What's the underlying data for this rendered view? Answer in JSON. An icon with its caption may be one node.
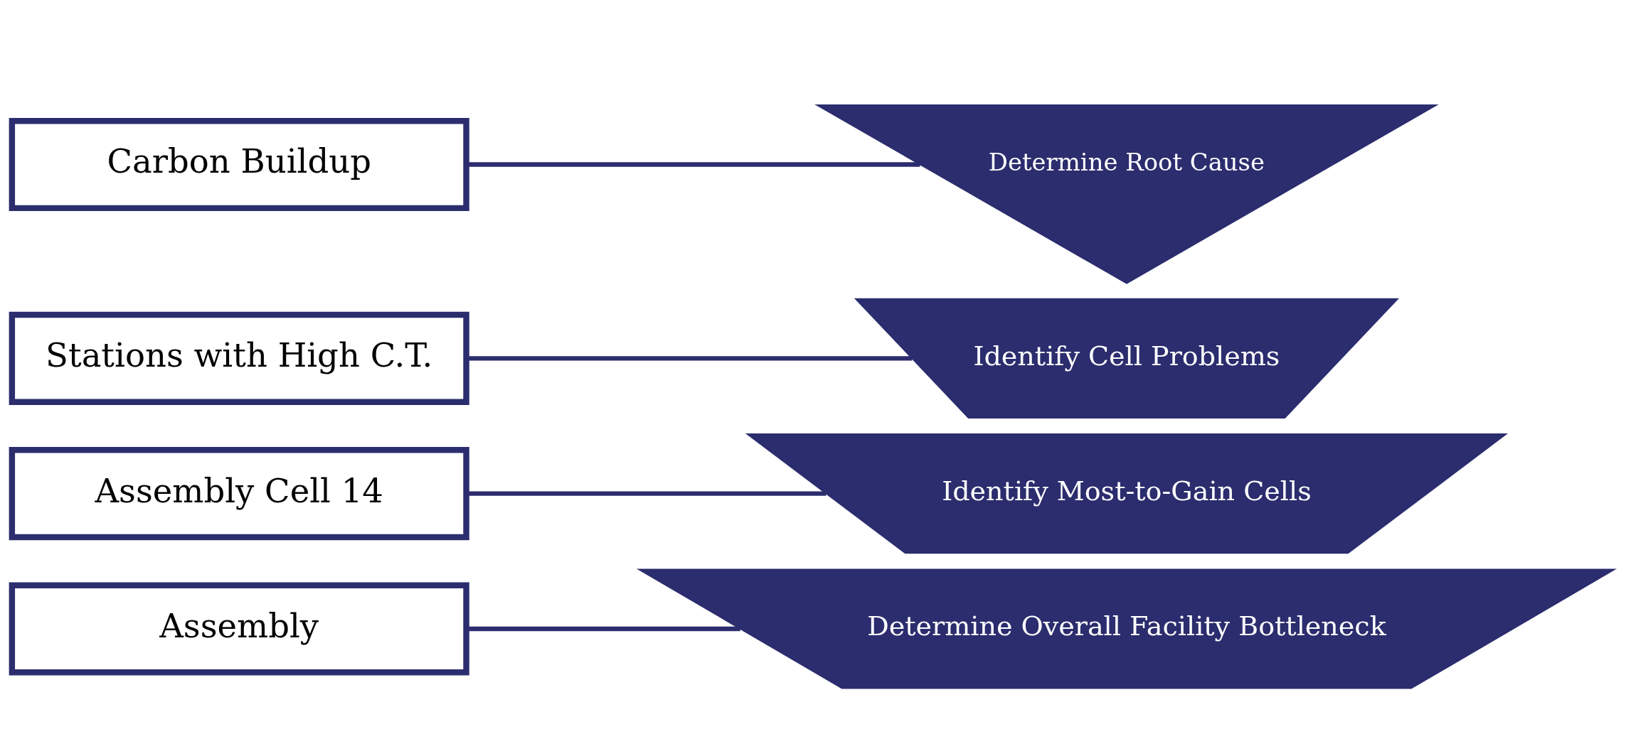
{
  "diagram": {
    "nodes": [
      {
        "text": [
          "Assembly"
        ]
      },
      {
        "text": [
          "Assembly Cell 14"
        ]
      },
      {
        "text": [
          "Stations with High C.T."
        ]
      },
      {
        "text": [
          "Carbon Buildup"
        ]
      },
      {
        "text": [
          "Determine Overall Facility Bottleneck"
        ]
      },
      {
        "text": [
          "Identify Most-to-Gain Cells"
        ]
      },
      {
        "text": [
          "Identify Cell Problems"
        ]
      },
      {
        "text": [
          "Determine Root Cause"
        ]
      }
    ],
    "edges": [
      {
        "from": 0,
        "to": 4,
        "arrow": "none"
      },
      {
        "from": 1,
        "to": 5,
        "arrow": "none"
      },
      {
        "from": 2,
        "to": 6,
        "arrow": "none"
      },
      {
        "from": 3,
        "to": 7,
        "arrow": "none"
      }
    ]
  }
}
